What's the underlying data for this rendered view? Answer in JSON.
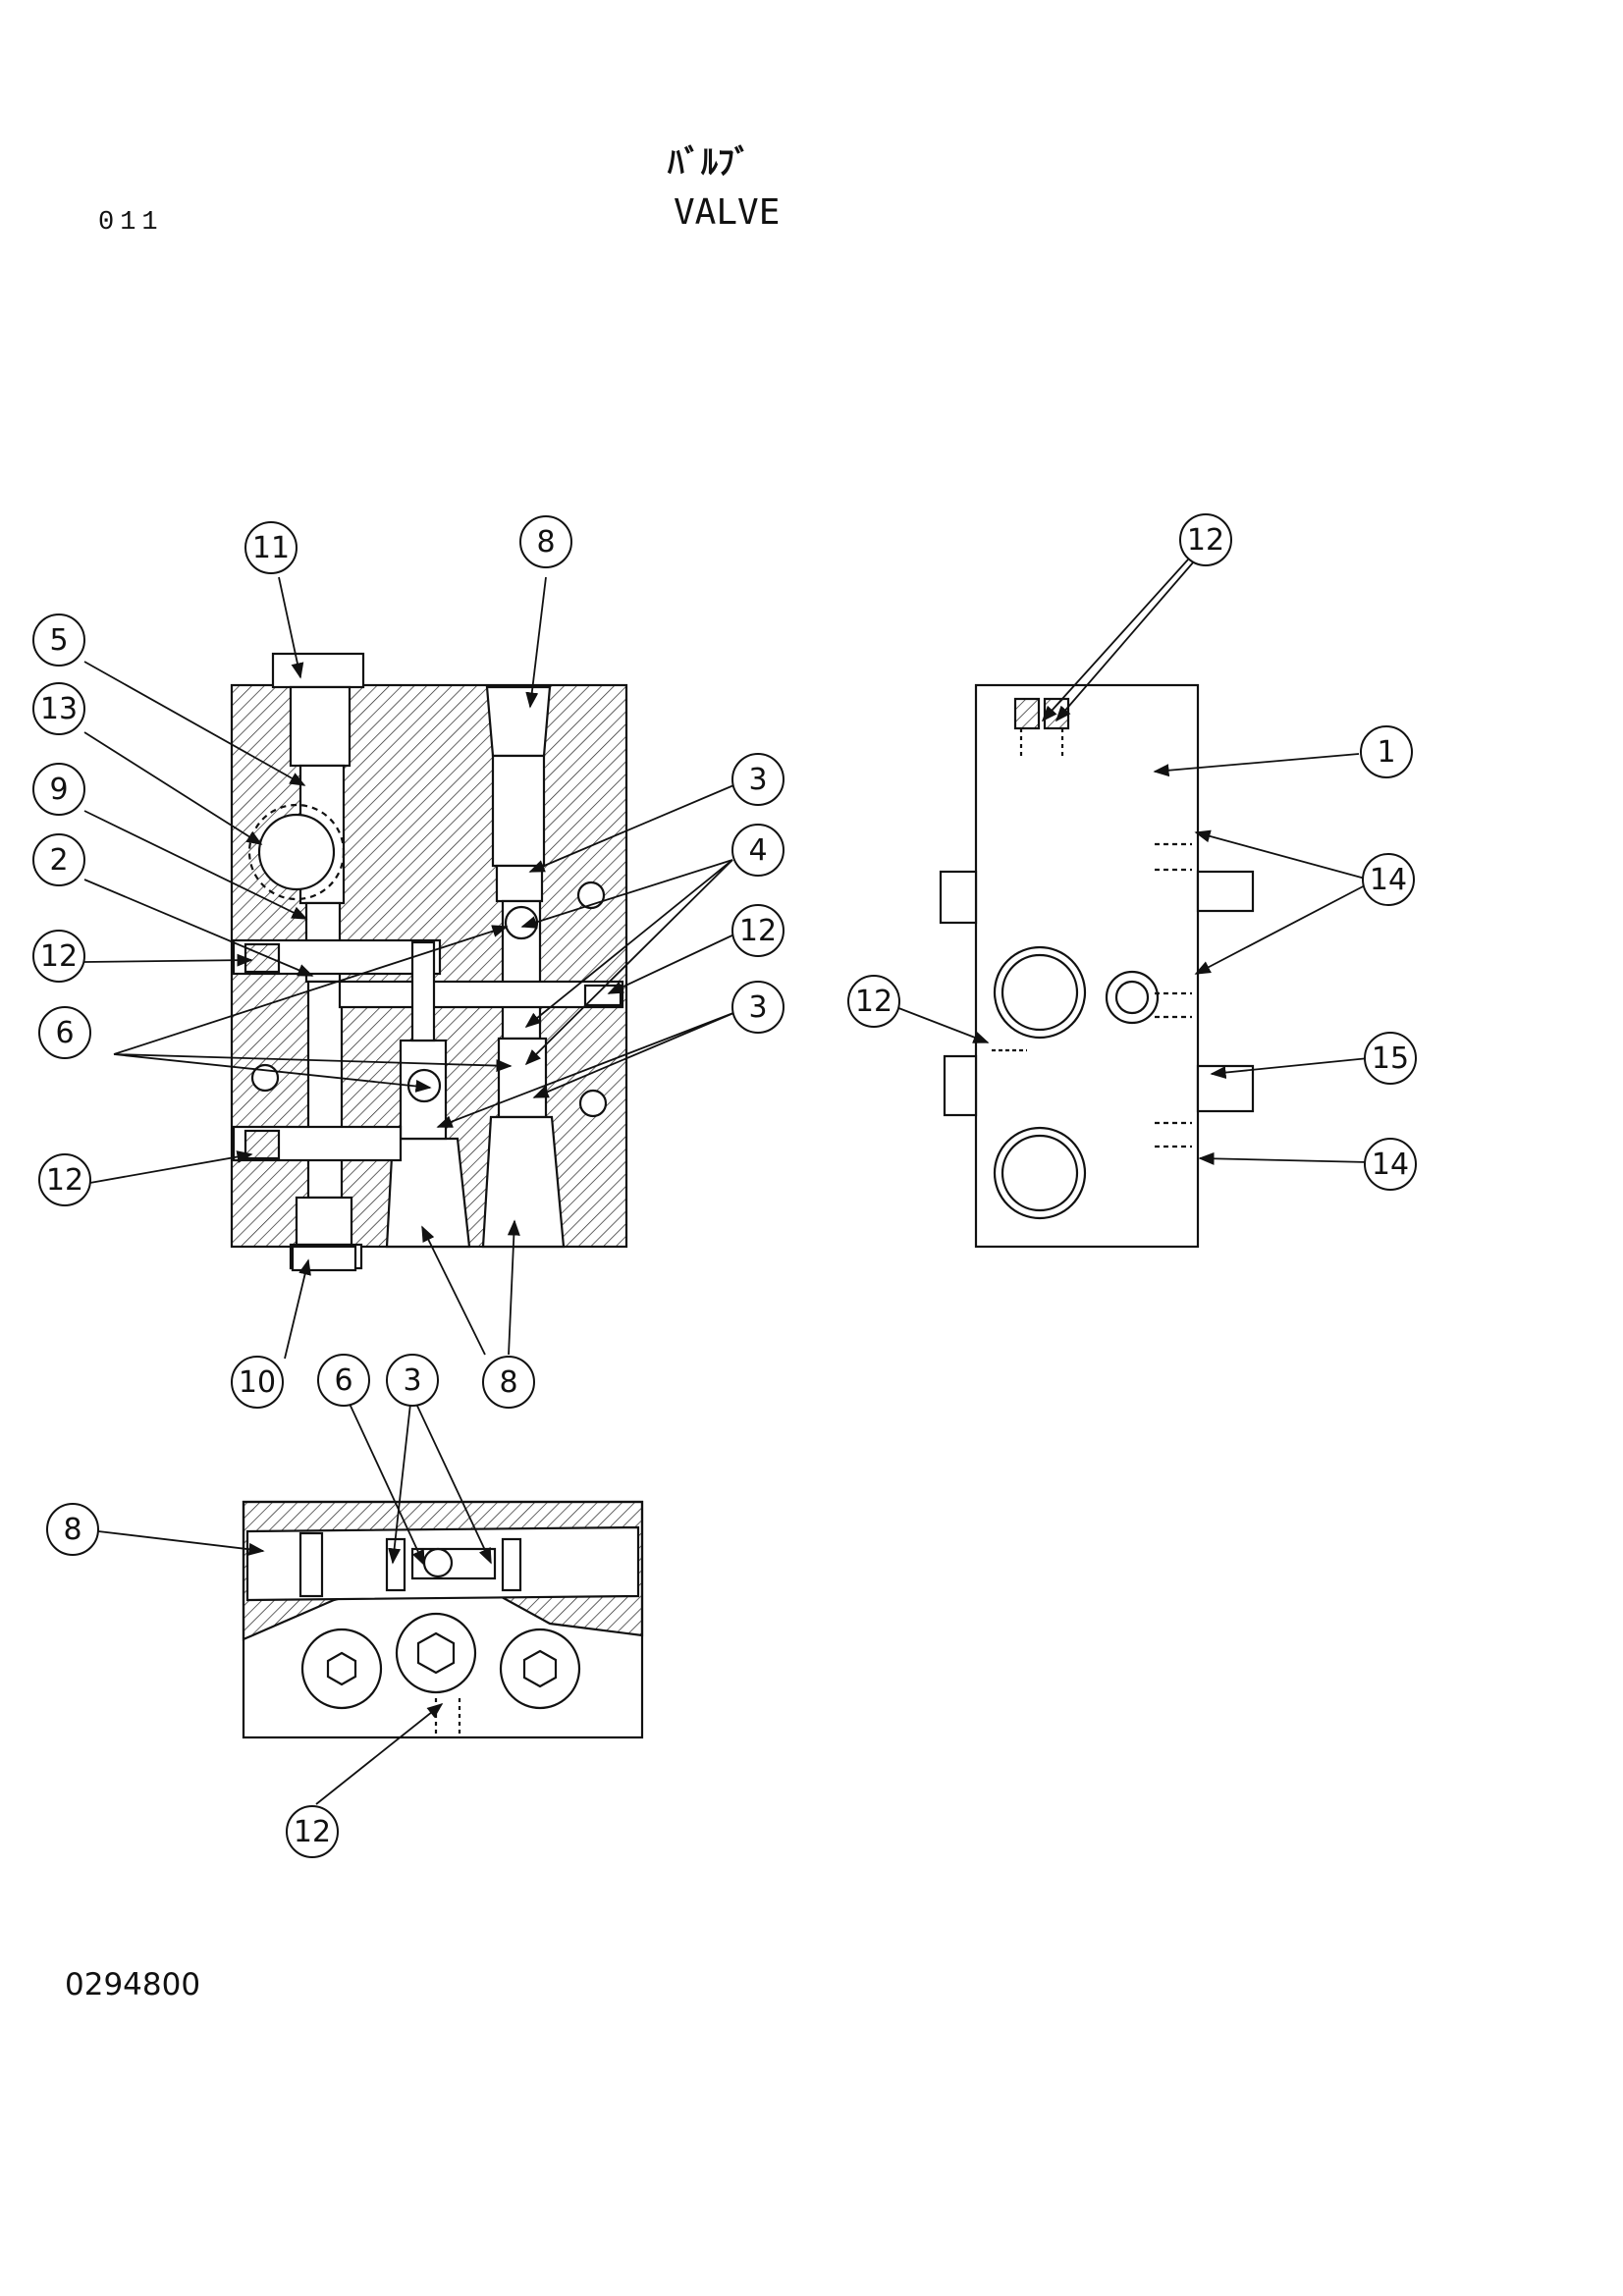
{
  "header": {
    "page_number": "011",
    "title_jp": "ﾊﾞﾙﾌﾞ",
    "title_en": "VALVE"
  },
  "footer": {
    "drawing_number": "0294800"
  },
  "callouts": [
    {
      "id": "c11a",
      "label": "11"
    },
    {
      "id": "c8a",
      "label": "8"
    },
    {
      "id": "c5",
      "label": "5"
    },
    {
      "id": "c13",
      "label": "13"
    },
    {
      "id": "c9",
      "label": "9"
    },
    {
      "id": "c2",
      "label": "2"
    },
    {
      "id": "c12a",
      "label": "12"
    },
    {
      "id": "c6a",
      "label": "6"
    },
    {
      "id": "c12b",
      "label": "12"
    },
    {
      "id": "c3a",
      "label": "3"
    },
    {
      "id": "c4",
      "label": "4"
    },
    {
      "id": "c12c",
      "label": "12"
    },
    {
      "id": "c3b",
      "label": "3"
    },
    {
      "id": "c10",
      "label": "10"
    },
    {
      "id": "c6b",
      "label": "6"
    },
    {
      "id": "c3c",
      "label": "3"
    },
    {
      "id": "c8b",
      "label": "8"
    },
    {
      "id": "c8c",
      "label": "8"
    },
    {
      "id": "c12d",
      "label": "12"
    },
    {
      "id": "c12e",
      "label": "12"
    },
    {
      "id": "c1",
      "label": "1"
    },
    {
      "id": "c14a",
      "label": "14"
    },
    {
      "id": "c12f",
      "label": "12"
    },
    {
      "id": "c15",
      "label": "15"
    },
    {
      "id": "c14b",
      "label": "14"
    }
  ]
}
